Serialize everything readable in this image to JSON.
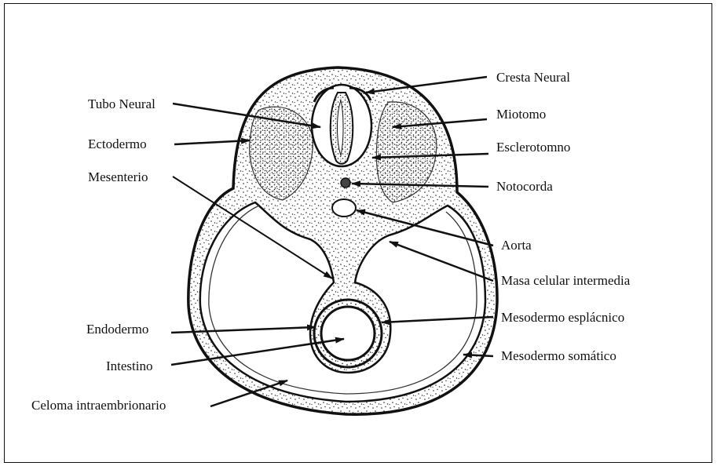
{
  "labels": {
    "cresta_neural": "Cresta Neural",
    "tubo_neural": "Tubo Neural",
    "miotomo": "Miotomo",
    "ectodermo": "Ectodermo",
    "esclerotomo": "Esclerotomno",
    "mesenterio": "Mesenterio",
    "notocorda": "Notocorda",
    "aorta": "Aorta",
    "masa_celular": "Masa celular intermedia",
    "endodermo": "Endodermo",
    "mesodermo_esplacnico": "Mesodermo esplácnico",
    "intestino": "Intestino",
    "mesodermo_somatico": "Mesodermo somático",
    "celoma": "Celoma intraembrionario"
  },
  "colors": {
    "ink": "#111111",
    "tissue": "#ffffff",
    "background": "#ffffff"
  }
}
